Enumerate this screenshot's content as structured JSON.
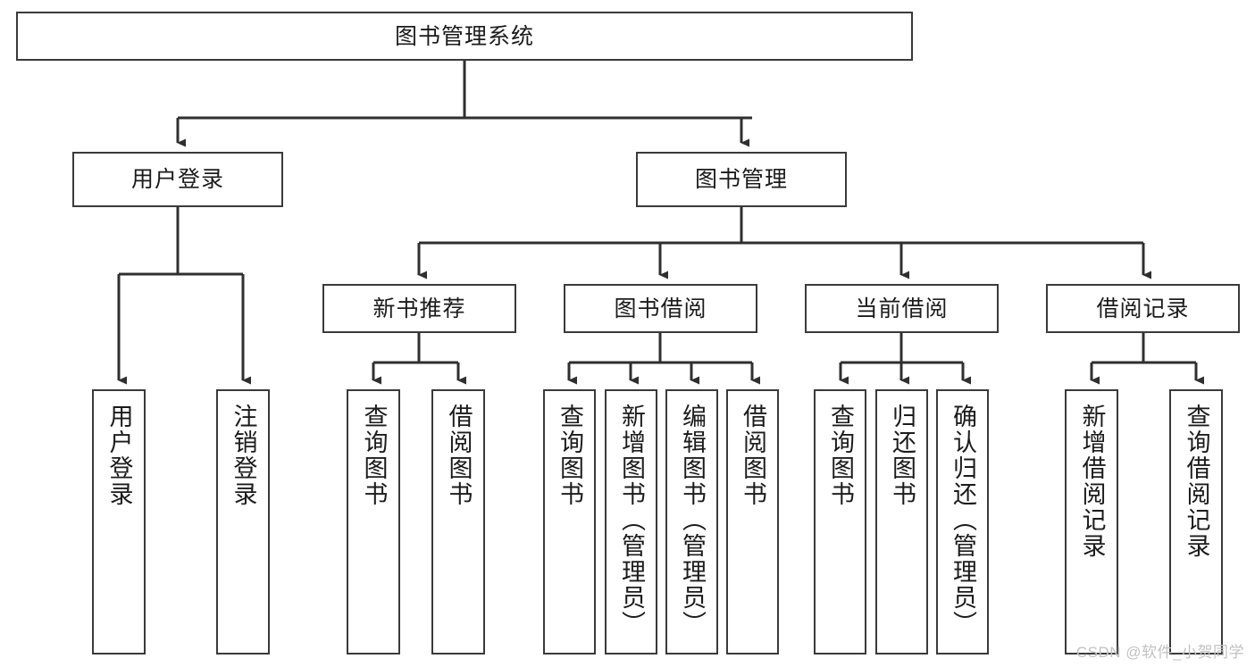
{
  "diagram": {
    "title": "图书管理系统",
    "type": "tree-hierarchy",
    "colors": {
      "box_border": "#3a3a3a",
      "box_fill": "#ffffff",
      "connector": "#2f2f2f",
      "text": "#1b1b1b",
      "watermark": "#c2c2c2",
      "canvas": "#ffffff"
    },
    "root": {
      "label": "图书管理系统"
    },
    "level2": [
      {
        "label": "用户登录"
      },
      {
        "label": "图书管理"
      }
    ],
    "level3": [
      {
        "label": "新书推荐"
      },
      {
        "label": "图书借阅"
      },
      {
        "label": "当前借阅"
      },
      {
        "label": "借阅记录"
      }
    ],
    "leaves": {
      "user_login": [
        {
          "label": "用户登录"
        },
        {
          "label": "注销登录"
        }
      ],
      "new_book_recommend": [
        {
          "label": "查询图书"
        },
        {
          "label": "借阅图书"
        }
      ],
      "book_borrow": [
        {
          "label": "查询图书"
        },
        {
          "label": "新增图书（管理员）"
        },
        {
          "label": "编辑图书（管理员）"
        },
        {
          "label": "借阅图书"
        }
      ],
      "current_borrow": [
        {
          "label": "查询图书"
        },
        {
          "label": "归还图书"
        },
        {
          "label": "确认归还（管理员）"
        }
      ],
      "borrow_record": [
        {
          "label": "新增借阅记录"
        },
        {
          "label": "查询借阅记录"
        }
      ]
    },
    "watermark": "CSDN @软件_小贺同学"
  }
}
